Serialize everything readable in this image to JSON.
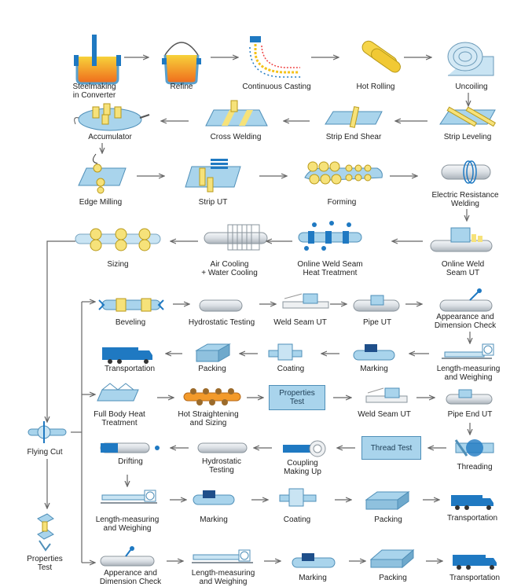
{
  "labels": {
    "steelmaking": "Steelmaking\nin Converter",
    "refine": "Refine",
    "continuous_casting": "Continuous Casting",
    "hot_rolling": "Hot Rolling",
    "uncoiling": "Uncoiling",
    "accumulator": "Accumulator",
    "cross_welding": "Cross Welding",
    "strip_end_shear": "Strip End Shear",
    "strip_leveling": "Strip Leveling",
    "edge_milling": "Edge Milling",
    "strip_ut": "Strip UT",
    "forming": "Forming",
    "electric_resistance_welding": "Electric Resistance\nWelding",
    "sizing": "Sizing",
    "air_water_cooling": "Air Cooling\n+ Water Cooling",
    "online_weld_seam_heat_treatment": "Online Weld Seam\nHeat Treatment",
    "online_weld_seam_ut": "Online Weld\nSeam UT",
    "flying_cut": "Flying Cut",
    "properties_test_left": "Properties\nTest",
    "r1_beveling": "Beveling",
    "r1_hydrostatic_testing": "Hydrostatic Testing",
    "r1_weld_seam_ut": "Weld Seam UT",
    "r1_pipe_ut": "Pipe UT",
    "r1_appearance_dimension_check": "Appearance and\nDimension Check",
    "r2_transportation": "Transportation",
    "r2_packing": "Packing",
    "r2_coating": "Coating",
    "r2_marking": "Marking",
    "r2_length_measuring_weighing": "Length-measuring\nand Weighing",
    "r3_full_body_heat_treatment": "Full Body Heat\nTreatment",
    "r3_hot_straightening_sizing": "Hot Straightening\nand Sizing",
    "r3_properties_test": "Properties\nTest",
    "r3_weld_seam_ut": "Weld Seam UT",
    "r3_pipe_end_ut": "Pipe End UT",
    "r4_drifting": "Drifting",
    "r4_hydrostatic_testing": "Hydrostatic\nTesting",
    "r4_coupling_making_up": "Coupling\nMaking Up",
    "r4_thread_test": "Thread Test",
    "r4_threading": "Threading",
    "r5_length_measuring_weighing": "Length-measuring\nand Weighing",
    "r5_marking": "Marking",
    "r5_coating": "Coating",
    "r5_packing": "Packing",
    "r5_transportation": "Transportation",
    "r6_appearance_dimension_check": "Apperance and\nDimension Check",
    "r6_length_measuring_weighing": "Length-measuring\nand Weighing",
    "r6_marking": "Marking",
    "r6_packing": "Packing",
    "r6_transportation": "Transportation"
  },
  "colors": {
    "pipe_blue": "#a9d4ec",
    "dark_blue": "#1f79c2",
    "yellow": "#f6e27a",
    "orange": "#f39a2a",
    "arrow_gray": "#666666"
  }
}
